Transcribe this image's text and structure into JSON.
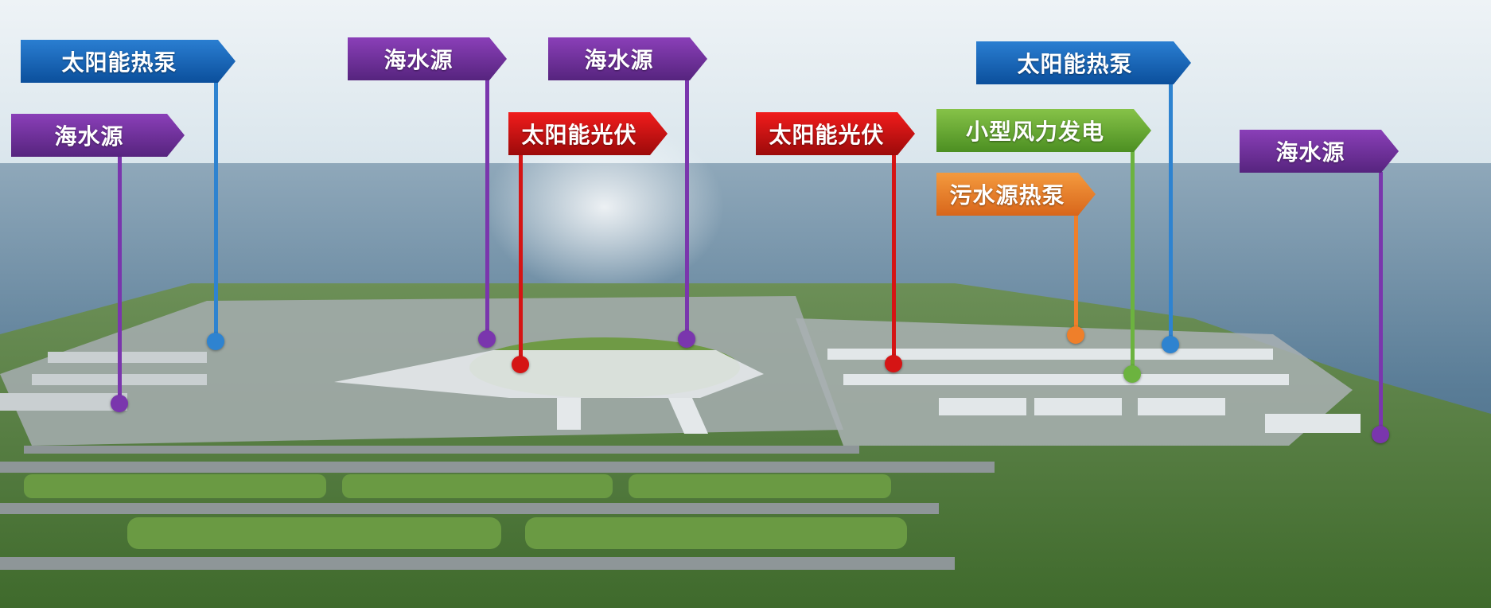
{
  "labels": {
    "solar_heat_pump": "太阳能热泵",
    "seawater_source": "海水源",
    "solar_pv": "太阳能光伏",
    "small_wind_power": "小型风力发电",
    "sewage_heat_pump": "污水源热泵"
  },
  "colors": {
    "solar_heat_pump": "#1560b8",
    "seawater_source": "#6f2fa0",
    "solar_pv": "#d01010",
    "small_wind_power": "#6cb33f",
    "sewage_heat_pump": "#ef7f2a",
    "sky": "#dfe9f0",
    "sea": "#4f7390",
    "land": "#4f7a3d",
    "tarmac": "#9ea6a8"
  }
}
